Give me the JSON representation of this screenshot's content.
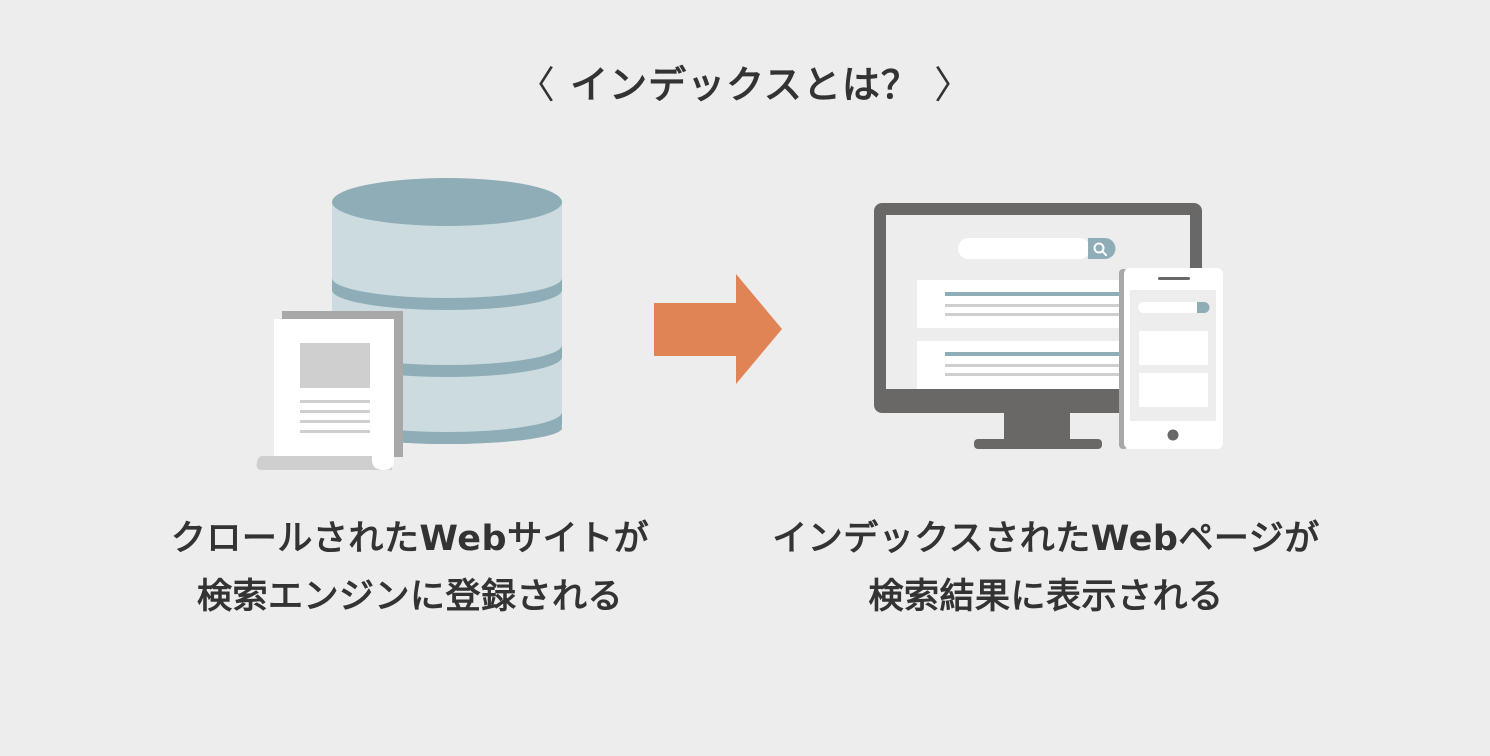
{
  "title": {
    "open_bracket": "〈",
    "text": "インデックスとは？",
    "close_bracket": "〉"
  },
  "left_step": {
    "caption_line1": "クロールされたWebサイトが",
    "caption_line2": "検索エンジンに登録される"
  },
  "right_step": {
    "caption_line1": "インデックスされたWebページが",
    "caption_line2": "検索結果に表示される"
  },
  "icons": {
    "database": "database-icon",
    "document": "web-page-document-icon",
    "arrow": "right-arrow-icon",
    "monitor": "desktop-monitor-icon",
    "smartphone": "smartphone-icon",
    "search": "search-icon"
  },
  "colors": {
    "background": "#ededed",
    "text": "#333333",
    "database_top": "#8fadb7",
    "database_body": "#ccdbdf",
    "arrow": "#e08355",
    "device_frame": "#696866"
  }
}
